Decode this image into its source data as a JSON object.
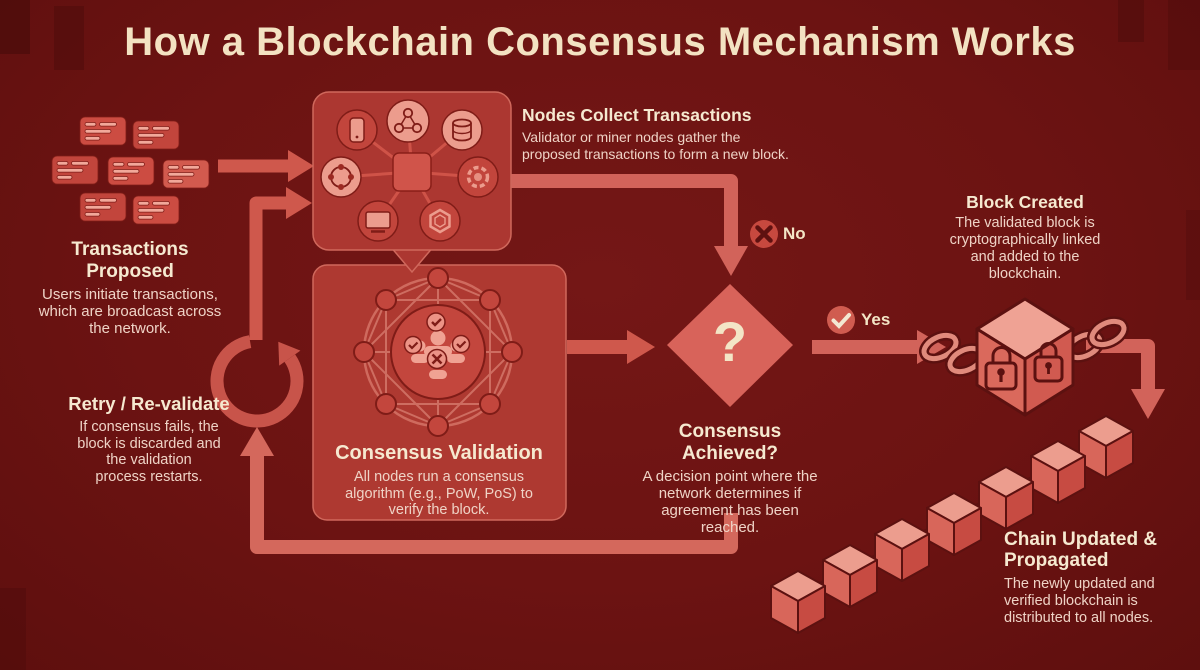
{
  "title": "How a Blockchain Consensus Mechanism Works",
  "labels": {
    "no": "No",
    "yes": "Yes"
  },
  "steps": {
    "transactions_proposed": {
      "heading": "Transactions Proposed",
      "body": [
        "Users initiate transactions,",
        "which are broadcast across",
        "the network."
      ]
    },
    "nodes_collect": {
      "heading": "Nodes Collect Transactions",
      "body": [
        "Validator or miner nodes gather the",
        "proposed transactions to form a new block."
      ]
    },
    "consensus_validation": {
      "heading": "Consensus Validation",
      "body": [
        "All nodes run a consensus",
        "algorithm (e.g., PoW, PoS) to",
        "verify the block."
      ]
    },
    "consensus_achieved": {
      "heading": "Consensus Achieved?",
      "symbol": "?",
      "body": [
        "A decision point where the",
        "network determines if",
        "agreement has been",
        "reached."
      ]
    },
    "block_created": {
      "heading": "Block Created",
      "body": [
        "The validated block is",
        "cryptographically linked",
        "and added to the",
        "blockchain."
      ]
    },
    "chain_updated": {
      "heading": [
        "Chain Updated &",
        "Propagated"
      ],
      "body": [
        "The newly updated and",
        "verified blockchain is",
        "distributed to all nodes."
      ]
    },
    "retry": {
      "heading": "Retry / Re-validate",
      "body": [
        "If consensus fails, the",
        "block is discarded and",
        "the validation",
        "process restarts."
      ]
    }
  },
  "icons": {
    "no_badge": "cross-circle",
    "yes_badge": "check-circle",
    "retry": "cycle-arrow",
    "decision": "question-diamond",
    "block": "cube-with-padlocks-and-chain-links",
    "chain": "linked-cubes",
    "node_types": [
      "phone",
      "share-nodes",
      "database",
      "network-dots",
      "segmented-ring",
      "monitor",
      "hexagon"
    ]
  },
  "colors": {
    "background": "#6c1312",
    "panel": "#ad3731",
    "panel_border": "#d4695c",
    "arrow": "#cf584c",
    "salmon_light": "#eea091",
    "dark_outline": "#5c1110",
    "cream": "#f4e6c8",
    "body_text": "#efd3c6"
  }
}
